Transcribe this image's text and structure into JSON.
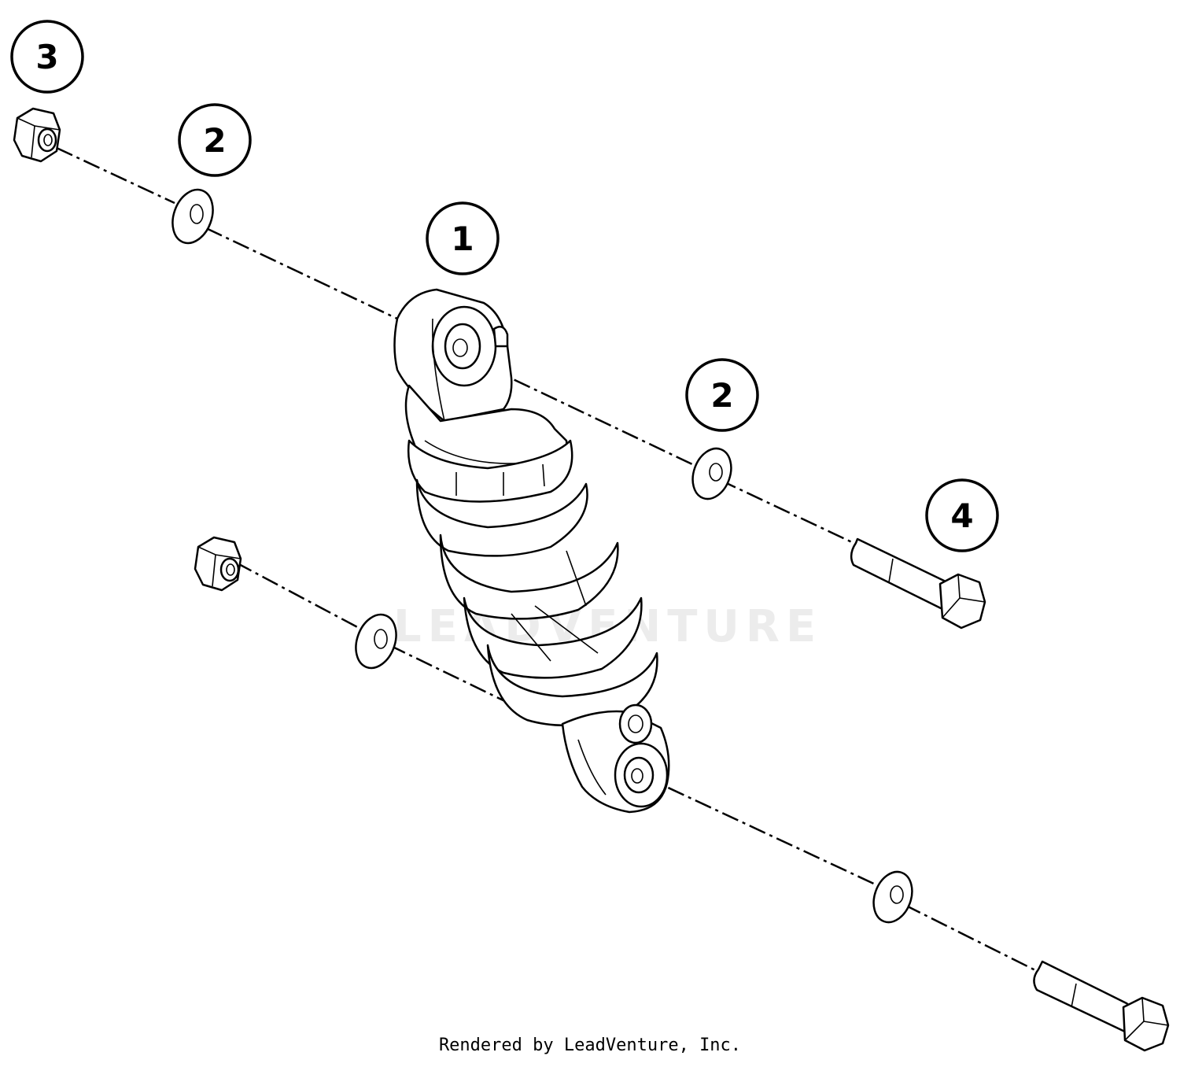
{
  "callouts": [
    {
      "id": "3",
      "label": "3"
    },
    {
      "id": "2a",
      "label": "2"
    },
    {
      "id": "1",
      "label": "1"
    },
    {
      "id": "2b",
      "label": "2"
    },
    {
      "id": "4",
      "label": "4"
    }
  ],
  "watermark": "LEADVENTURE",
  "footer": "Rendered by LeadVenture, Inc.",
  "colors": {
    "line": "#000000",
    "background": "#ffffff"
  }
}
